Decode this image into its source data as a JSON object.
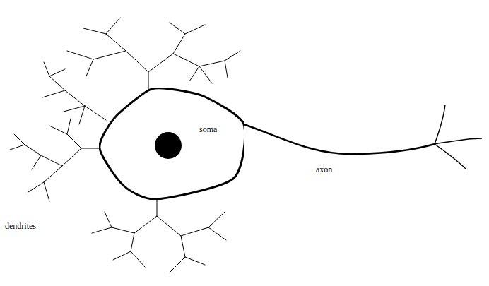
{
  "diagram": {
    "nodes": [
      {
        "text": [
          "soma"
        ]
      }
    ],
    "labels": [
      "axon",
      "dendrites"
    ]
  }
}
